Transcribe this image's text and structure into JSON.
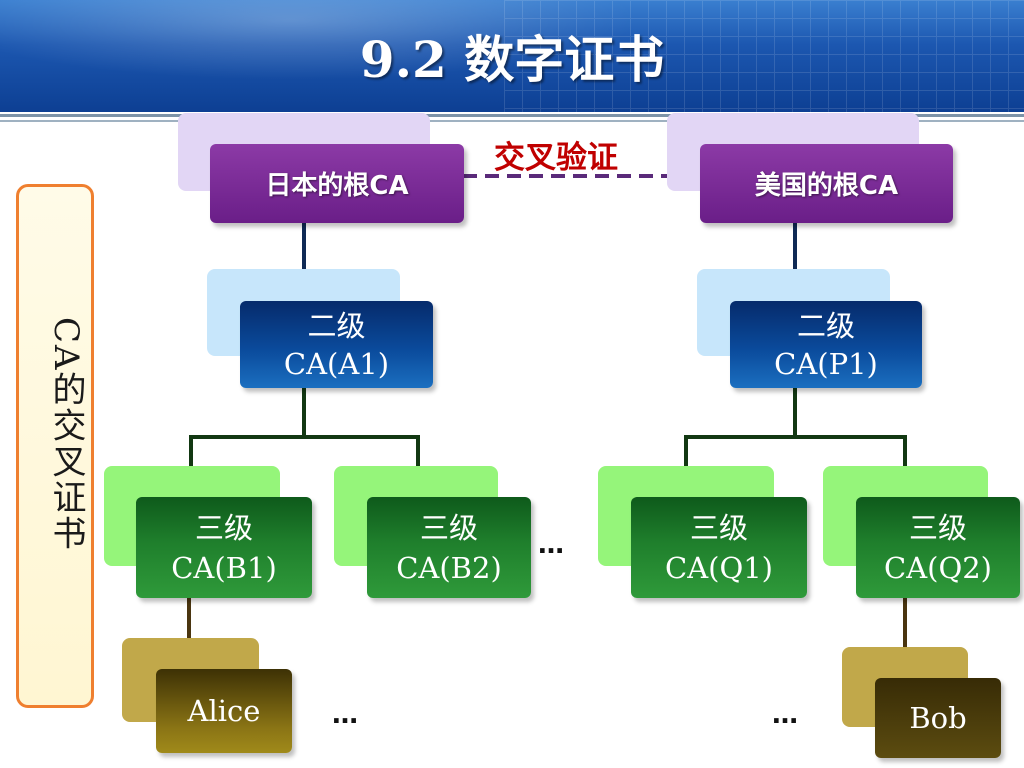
{
  "slide": {
    "title": "9.2 数字证书",
    "side_label": "CA的交叉证书",
    "cross_label": "交叉验证"
  },
  "nodes": {
    "root_japan": "日本的根CA",
    "root_us": "美国的根CA",
    "a1": {
      "line1": "二级",
      "line2": "CA(A1)"
    },
    "p1": {
      "line1": "二级",
      "line2": "CA(P1)"
    },
    "b1": {
      "line1": "三级",
      "line2": "CA(B1)"
    },
    "b2": {
      "line1": "三级",
      "line2": "CA(B2)"
    },
    "q1": {
      "line1": "三级",
      "line2": "CA(Q1)"
    },
    "q2": {
      "line1": "三级",
      "line2": "CA(Q2)"
    },
    "alice": "Alice",
    "bob": "Bob"
  },
  "ellipsis": "…",
  "colors": {
    "root": "#6a1e88",
    "level2": "#0a4a9b",
    "level3": "#1f7f2c",
    "user": "#5c4c10",
    "cross_line": "#5a2a7a",
    "cross_label": "#c00000",
    "side_border": "#ef7f2f"
  }
}
